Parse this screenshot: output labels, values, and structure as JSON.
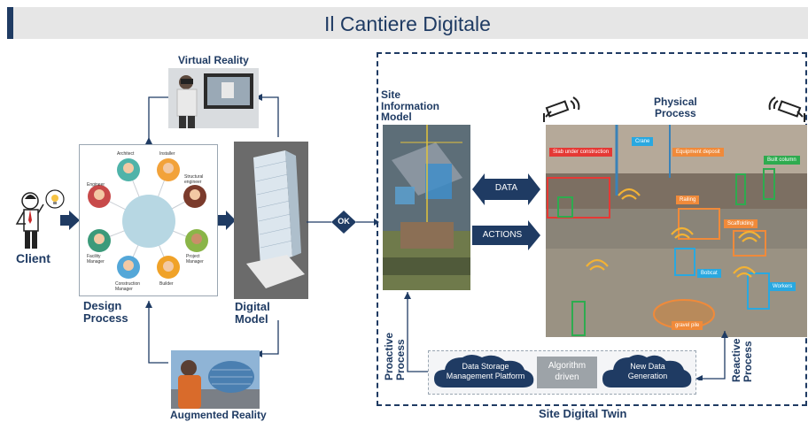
{
  "title": "Il Cantiere Digitale",
  "labels": {
    "client": "Client",
    "design_process": "Design\nProcess",
    "virtual_reality": "Virtual Reality",
    "augmented_reality": "Augmented Reality",
    "digital_model": "Digital\nModel",
    "site_information_model": "Site\nInformation\nModel",
    "physical_process": "Physical\nProcess",
    "site_digital_twin": "Site Digital Twin",
    "ok": "OK",
    "data": "DATA",
    "actions": "ACTIONS",
    "proactive_process": "Proactive\nProcess",
    "reactive_process": "Reactive\nProcess",
    "data_storage": "Data Storage\nManagement Platform",
    "algorithm": "Algorithm\ndriven",
    "new_data": "New Data\nGeneration"
  },
  "roles": [
    "Architect",
    "Installer",
    "Structural\nengineer",
    "Project\nManager",
    "Builder",
    "Construction\nManager",
    "Facility\nManager",
    "Engineer"
  ],
  "site_tags": [
    {
      "text": "Slab under construction",
      "color": "#e53935"
    },
    {
      "text": "Crane",
      "color": "#29a8e0"
    },
    {
      "text": "Equipment deposit",
      "color": "#f08a3a"
    },
    {
      "text": "Built column",
      "color": "#2eab4f"
    },
    {
      "text": "Railing",
      "color": "#f08a3a"
    },
    {
      "text": "Scaffolding",
      "color": "#f08a3a"
    },
    {
      "text": "Bobcat",
      "color": "#29a8e0"
    },
    {
      "text": "Workers",
      "color": "#29a8e0"
    },
    {
      "text": "gravel pile",
      "color": "#f08a3a"
    }
  ],
  "colors": {
    "navy": "#1f3b63",
    "cloud": "#1f3b63",
    "accent": "#1f3b63"
  }
}
